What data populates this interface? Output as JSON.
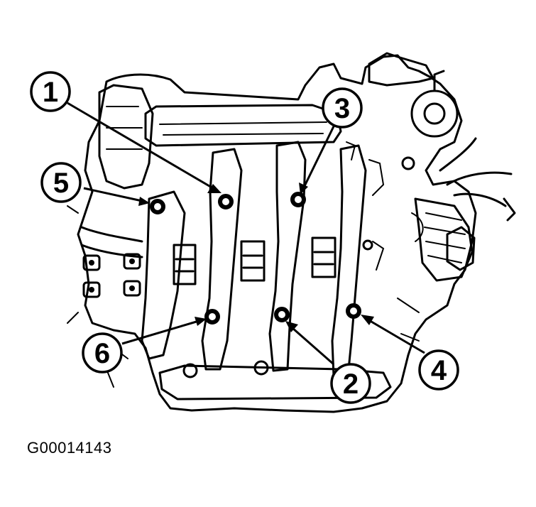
{
  "figure_code": "G00014143",
  "callouts": [
    {
      "label": "1"
    },
    {
      "label": "2"
    },
    {
      "label": "3"
    },
    {
      "label": "4"
    },
    {
      "label": "5"
    },
    {
      "label": "6"
    }
  ],
  "ink_color": "#000000",
  "background_color": "#ffffff"
}
